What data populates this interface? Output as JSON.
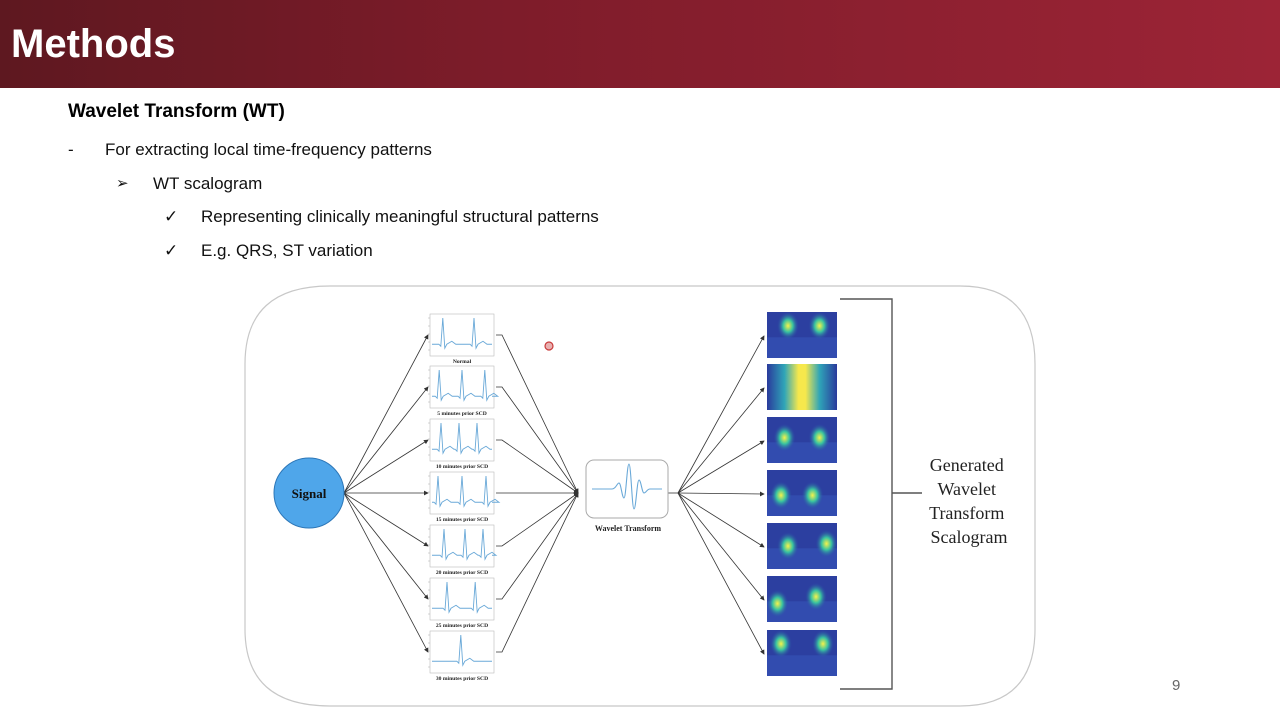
{
  "header": {
    "title": "Methods"
  },
  "section": {
    "title": "Wavelet Transform (WT)"
  },
  "bullets": [
    {
      "marker": "-",
      "text": "For extracting local time-frequency patterns"
    },
    {
      "marker": "➢",
      "text": "WT scalogram"
    },
    {
      "marker": "✓",
      "text": "Representing clinically meaningful structural patterns"
    },
    {
      "marker": "✓",
      "text": "E.g. QRS, ST variation"
    }
  ],
  "diagram": {
    "signal_label": "Signal",
    "ecg_labels": [
      "Normal",
      "5 minutes prior SCD",
      "10 minutes prior SCD",
      "15 minutes prior SCD",
      "20 minutes prior SCD",
      "25 minutes prior SCD",
      "30 minutes prior SCD"
    ],
    "wavelet_label": "Wavelet Transform",
    "output_label": [
      "Generated",
      "Wavelet",
      "Transform",
      "Scalogram"
    ]
  },
  "colors": {
    "header_start": "#5e1820",
    "header_end": "#9c2436",
    "signal": "#4fa6ea",
    "ecg_line": "#6aa9d8"
  },
  "page_number": "9"
}
